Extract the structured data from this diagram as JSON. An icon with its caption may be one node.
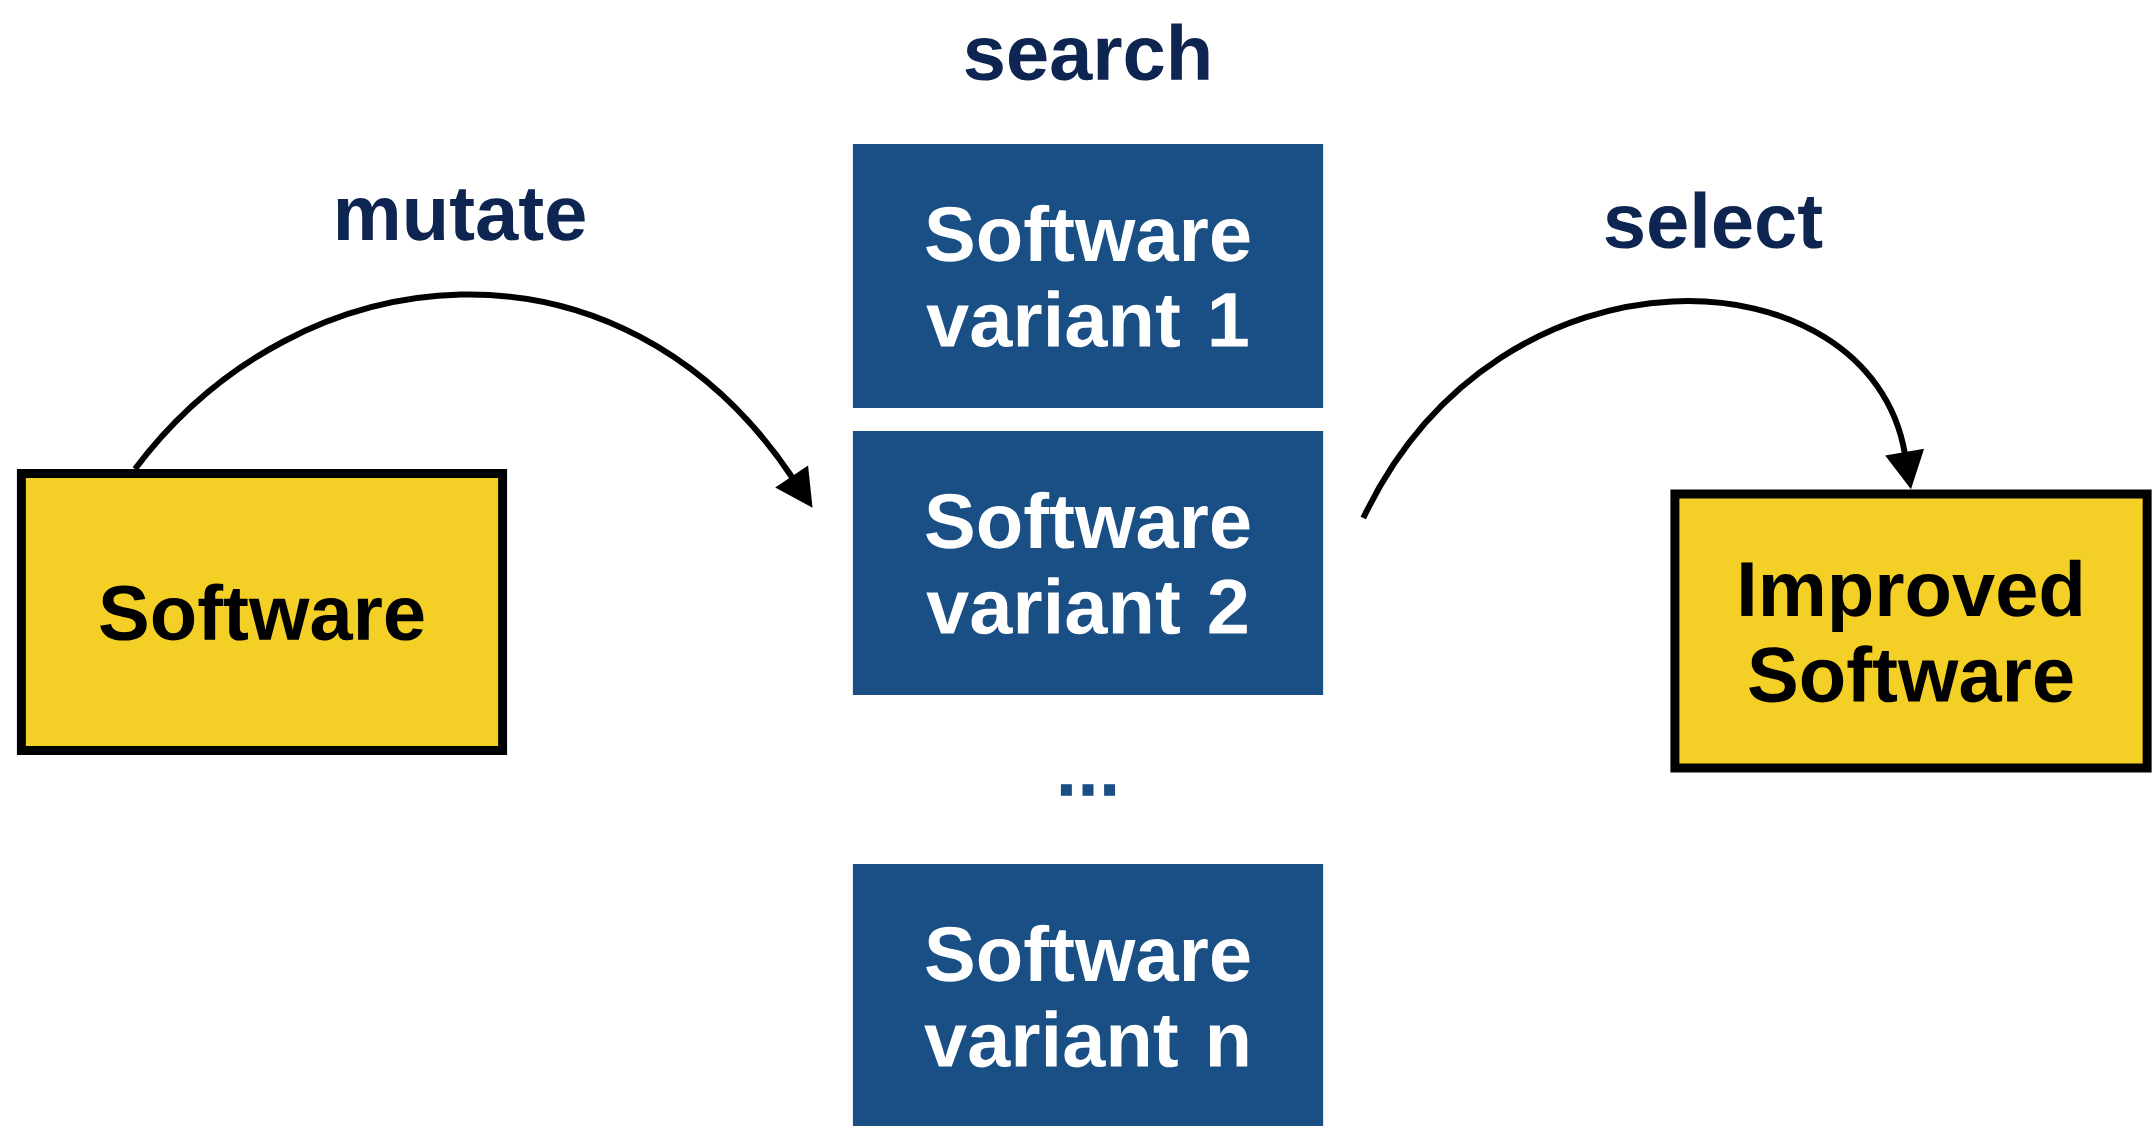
{
  "diagram": {
    "title": "search",
    "nodes": [
      {
        "text": [
          "Software"
        ]
      },
      {
        "text": [
          "Software variant 1"
        ]
      },
      {
        "text": [
          "Software variant 2"
        ]
      },
      {
        "text": [
          "Software variant n"
        ]
      },
      {
        "text": [
          "Improved Software"
        ]
      }
    ],
    "edges": [
      {
        "from": 0,
        "to": 2,
        "arrow": "to",
        "label": "mutate"
      },
      {
        "from": 2,
        "to": 4,
        "arrow": "to",
        "label": "select"
      }
    ],
    "labels": [
      "..."
    ]
  }
}
